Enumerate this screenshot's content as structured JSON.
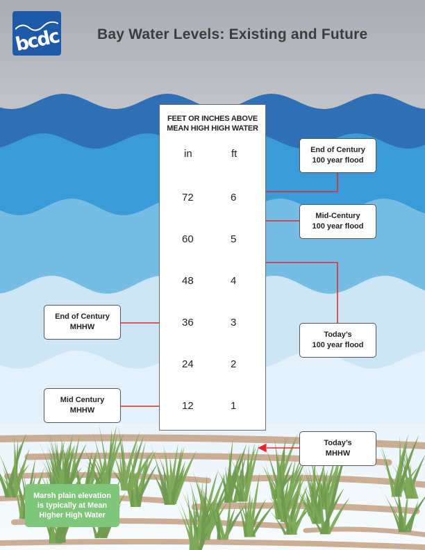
{
  "header": {
    "logo_text": "bcdc",
    "title": "Bay Water Levels: Existing and Future"
  },
  "gauge": {
    "heading_line1": "FEET OR INCHES ABOVE",
    "heading_line2": "MEAN HIGH HIGH WATER",
    "unit_left": "in",
    "unit_right": "ft",
    "inches_labels": [
      "72",
      "60",
      "48",
      "36",
      "24",
      "12"
    ],
    "feet_labels": [
      "6",
      "5",
      "4",
      "3",
      "2",
      "1"
    ]
  },
  "callouts": {
    "end_century_flood": {
      "line1": "End of Century",
      "line2": "100 year flood",
      "level_ft": 6.15
    },
    "mid_century_flood": {
      "line1": "Mid-Century",
      "line2": "100 year flood",
      "level_ft": 5.45
    },
    "todays_flood": {
      "line1": "Today’s",
      "line2": "100 year flood",
      "level_ft": 4.45
    },
    "end_century_mhhw": {
      "line1": "End of Century",
      "line2": "MHHW",
      "level_ft": 3
    },
    "mid_century_mhhw": {
      "line1": "Mid Century",
      "line2": "MHHW",
      "level_ft": 1
    },
    "todays_mhhw": {
      "line1": "Today’s",
      "line2": "MHHW",
      "level_ft": 0
    }
  },
  "note": {
    "text": "Marsh plain elevation is typically at Mean Higher High Water"
  },
  "colors": {
    "arrow": "#e8262b",
    "note_bg": "#7fc57a",
    "logo_bg": "#1f5aa8",
    "wave_dark": "#2e6fb6",
    "wave_mid": "#3a9bd8",
    "wave_light": "#76bde6",
    "wave_pale": "#cde6f6",
    "mud": "#c7a58a",
    "grass": "#6f9a4f"
  }
}
